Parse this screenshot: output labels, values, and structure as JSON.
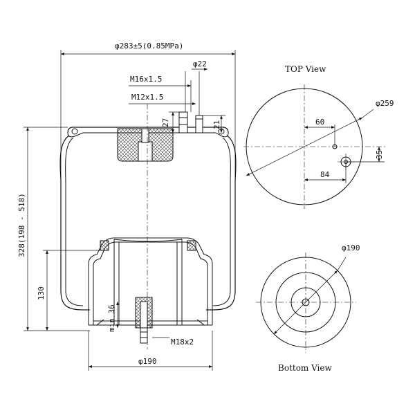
{
  "front_view": {
    "overall_width": "φ283±5(0.85MPa)",
    "height": "328(198 - 518)",
    "lower_height": "130",
    "bottom_diameter": "φ190",
    "thread_top_large": "M16x1.5",
    "thread_top_small": "M12x1.5",
    "stud_diameter": "φ22",
    "dim_27": "27",
    "dim_21": "21",
    "min_36": "min 36",
    "thread_bottom": "M18x2"
  },
  "top_view": {
    "title": "TOP View",
    "diameter": "φ259",
    "dim_60": "60",
    "dim_84": "84",
    "dim_35": "35"
  },
  "bottom_view": {
    "title": "Bottom View",
    "diameter": "φ190"
  },
  "colors": {
    "line": "#111111",
    "hatch": "#444444",
    "background": "#ffffff"
  }
}
